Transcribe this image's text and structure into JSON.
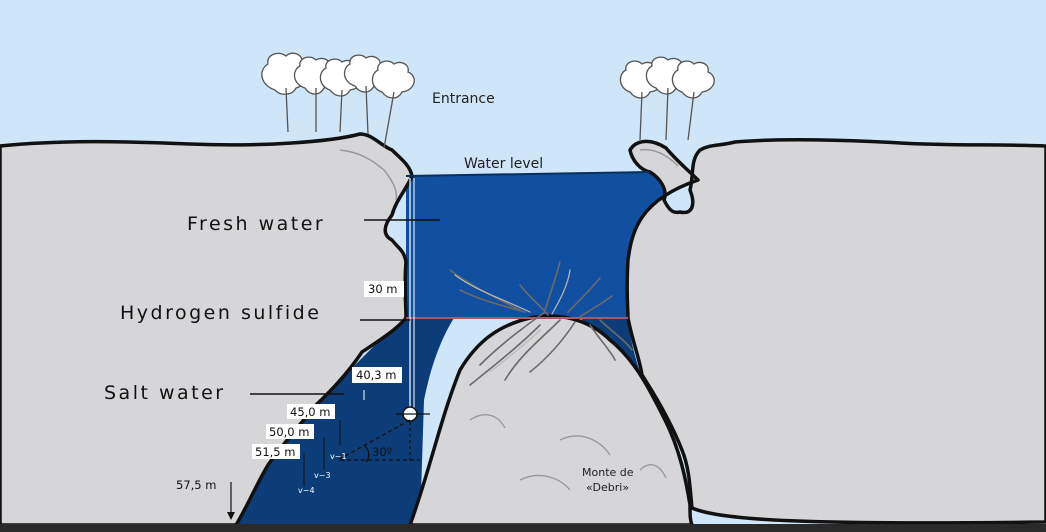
{
  "labels": {
    "entrance": "Entrance",
    "water_level": "Water level",
    "fresh_water": "Fresh water",
    "hydrogen_sulfide": "Hydrogen sulfide",
    "salt_water": "Salt water",
    "monte_line1": "Monte de",
    "monte_line2": "«Debri»",
    "angle": "30º"
  },
  "depths": [
    {
      "label": "30 m"
    },
    {
      "label": "40,3 m"
    },
    {
      "label": "45,0 m"
    },
    {
      "label": "50,0 m"
    },
    {
      "label": "51,5 m"
    },
    {
      "label": "57,5 m"
    }
  ],
  "markers": [
    "v~1",
    "v~3",
    "v~4"
  ],
  "colors": {
    "sky": "#cfe5f8",
    "rock": "#d6d6d9",
    "fresh_water": "#1150a0",
    "salt_water": "#0d3d78",
    "halocline": "#a45a6a",
    "outline": "#111111"
  }
}
